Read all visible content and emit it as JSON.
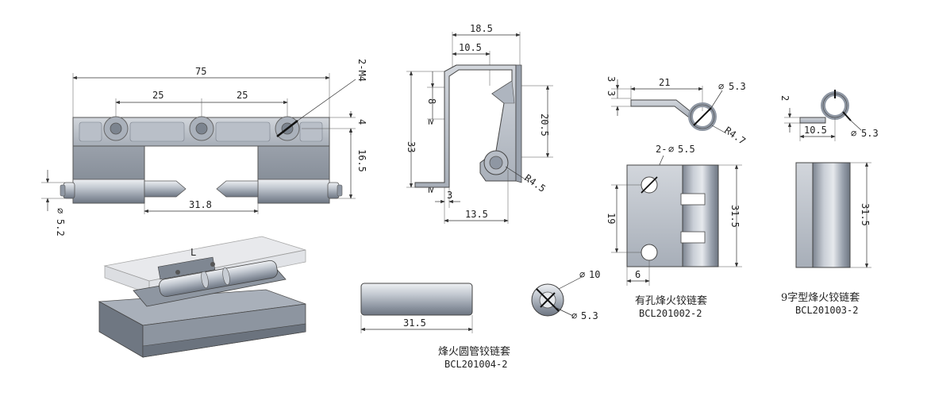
{
  "main_hinge": {
    "overall_width": "75",
    "hole_spacing_left": "25",
    "hole_spacing_right": "25",
    "thread": "2-M4",
    "edge_offset": "4",
    "height": "16.5",
    "pin_gap": "31.8",
    "pin_diameter": "5.2"
  },
  "side_profile": {
    "top_width": "18.5",
    "top_inner": "10.5",
    "upper": "8",
    "height": "33",
    "inner_height": "20.5",
    "radius": "R4.5",
    "thickness": "3",
    "bottom_width": "13.5",
    "ge_symbol": "≥"
  },
  "sleeve_holes": {
    "dim_a": "3",
    "dim_b": "3",
    "length": "21",
    "diameter": "5.3",
    "radius": "R4.7",
    "hole_spec": "2-",
    "hole_diameter": "5.5",
    "hole_pitch": "19",
    "height": "31.5",
    "edge": "6",
    "caption": "有孔烽火铰链套",
    "code": "BCL201002-2"
  },
  "sleeve_nine": {
    "thickness": "2",
    "length": "10.5",
    "diameter": "5.3",
    "height": "31.5",
    "caption": "9字型烽火铰链套",
    "code": "BCL201003-2"
  },
  "tube_sleeve": {
    "length": "31.5",
    "outer_diameter": "10",
    "inner_diameter": "5.3",
    "caption": "烽火圆管铰链套",
    "code": "BCL201004-2"
  },
  "phi_symbol": "⌀",
  "colors": {
    "part_light": "#c9ced6",
    "part_mid": "#9aa2ae",
    "part_dark": "#6e7682",
    "line": "#333333"
  }
}
